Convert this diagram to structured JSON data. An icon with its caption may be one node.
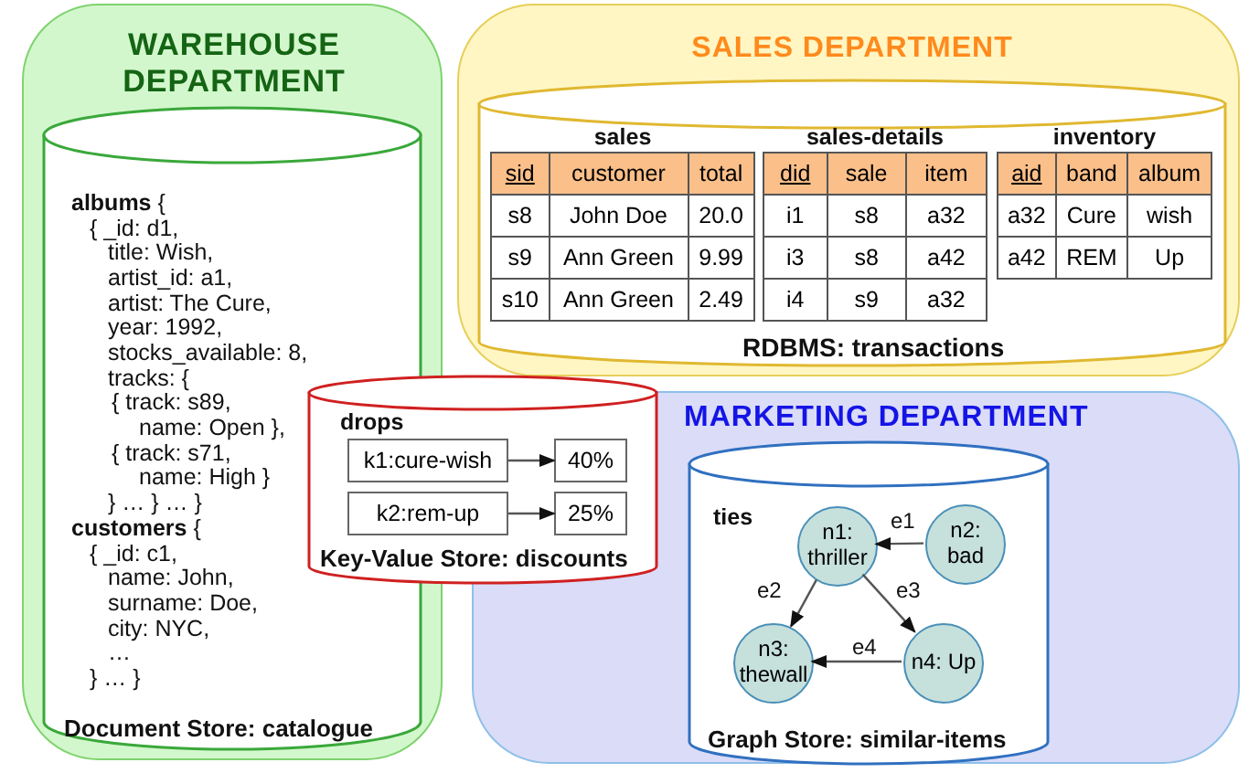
{
  "diagram": {
    "nodes": [
      {
        "text": [
          "WAREHOUSE DEPARTMENT"
        ]
      },
      {
        "text": [
          "**albums** {",
          "{ _id: d1,",
          "title: Wish,",
          "artist_id: a1,",
          "artist: The Cure,",
          "year: 1992,",
          "stocks_available: 8,",
          "tracks: {",
          "{ track: s89,",
          "name: Open },",
          "{ track: s71,",
          "name: High }",
          "} … } … }",
          "**customers** {",
          "{ _id: c1,",
          "name: John,",
          "surname: Doe,",
          "city: NYC,",
          "…",
          "} … }",
          "Document Store: catalogue"
        ],
        "in": 0
      },
      {
        "text": [
          "SALES DEPARTMENT"
        ]
      },
      {
        "text": [
          "RDBMS: transactions"
        ],
        "in": 2
      },
      {
        "text": [
          "sales",
          "sid",
          "customer",
          "total",
          "s8",
          "John Doe",
          "20.0",
          "s9",
          "Ann Green",
          "9.99",
          "s10",
          "Ann Green",
          "2.49"
        ],
        "in": 3
      },
      {
        "text": [
          "sales-details",
          "did",
          "sale",
          "item",
          "i1",
          "s8",
          "a32",
          "i3",
          "s8",
          "a42",
          "i4",
          "s9",
          "a32"
        ],
        "in": 3
      },
      {
        "text": [
          "inventory",
          "aid",
          "band",
          "album",
          "a32",
          "Cure",
          "wish",
          "a42",
          "REM",
          "Up"
        ],
        "in": 3
      },
      {
        "text": [
          "drops",
          "Key-Value Store: discounts"
        ]
      },
      {
        "text": [
          "k1:cure-wish"
        ],
        "in": 7
      },
      {
        "text": [
          "40%"
        ]
      },
      {
        "text": [
          "k2:rem-up"
        ],
        "in": 7
      },
      {
        "text": [
          "25%"
        ]
      },
      {
        "text": [
          "MARKETING DEPARTMENT"
        ]
      },
      {
        "text": [
          "ties",
          "Graph Store: similar-items"
        ],
        "in": 12
      },
      {
        "text": [
          "n1: thriller"
        ],
        "in": 13
      },
      {
        "text": [
          "n2: bad"
        ],
        "in": 13
      },
      {
        "text": [
          "n3: thewall"
        ],
        "in": 13
      },
      {
        "text": [
          "n4: Up"
        ],
        "in": 13
      }
    ],
    "edges": [
      {
        "from": 8,
        "to": 9,
        "arrow": "to"
      },
      {
        "from": 10,
        "to": 11,
        "arrow": "to"
      },
      {
        "from": 15,
        "to": 14,
        "arrow": "to",
        "label": "e1"
      },
      {
        "from": 14,
        "to": 16,
        "arrow": "to",
        "label": "e2"
      },
      {
        "from": 14,
        "to": 17,
        "arrow": "to",
        "label": "e3"
      },
      {
        "from": 17,
        "to": 16,
        "arrow": "to",
        "label": "e4"
      }
    ]
  }
}
